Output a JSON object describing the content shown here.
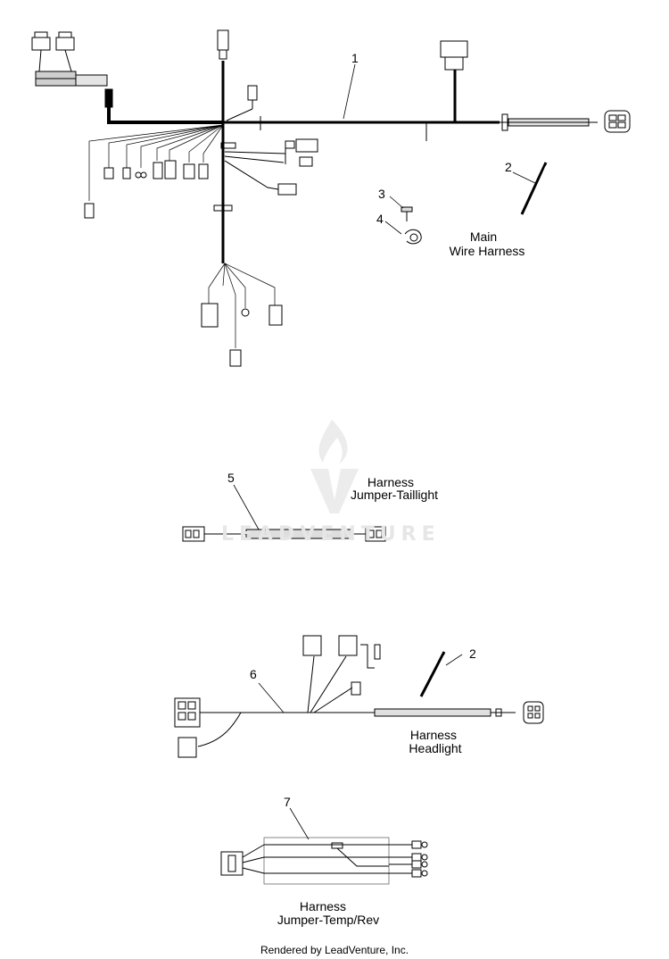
{
  "groups": {
    "main": {
      "title_line1": "Main",
      "title_line2": "Wire Harness"
    },
    "taillight": {
      "title_line1": "Harness",
      "title_line2": "Jumper-Taillight"
    },
    "headlight": {
      "title_line1": "Harness",
      "title_line2": "Headlight"
    },
    "temprev": {
      "title_line1": "Harness",
      "title_line2": "Jumper-Temp/Rev"
    }
  },
  "callouts": {
    "c1": "1",
    "c2a": "2",
    "c3": "3",
    "c4": "4",
    "c5": "5",
    "c6": "6",
    "c2b": "2",
    "c7": "7"
  },
  "watermark": "LEADVENTURE",
  "footer": "Rendered by LeadVenture, Inc."
}
